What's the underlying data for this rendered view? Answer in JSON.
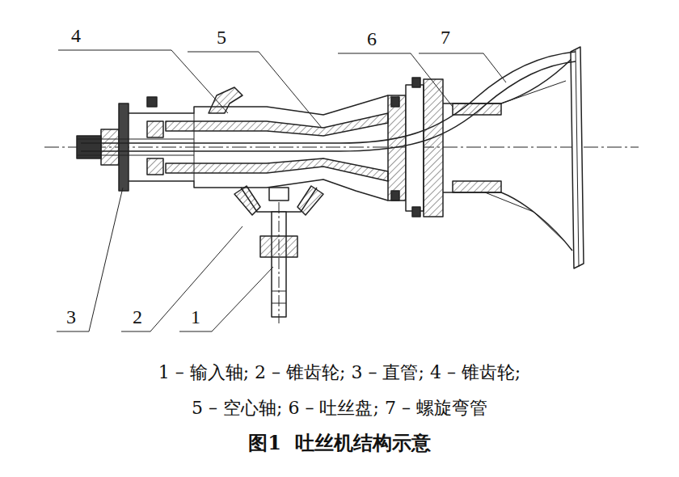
{
  "diagram": {
    "caption": "图1  吐丝机结构示意",
    "labels": [
      "4",
      "5",
      "6",
      "7",
      "3",
      "2",
      "1",
      "1 – 输入轴; 2 – 锥齿轮; 3 – 直管; 4 – 锥齿轮;",
      "5 – 空心轴; 6 – 吐丝盘; 7 – 螺旋弯管"
    ]
  }
}
